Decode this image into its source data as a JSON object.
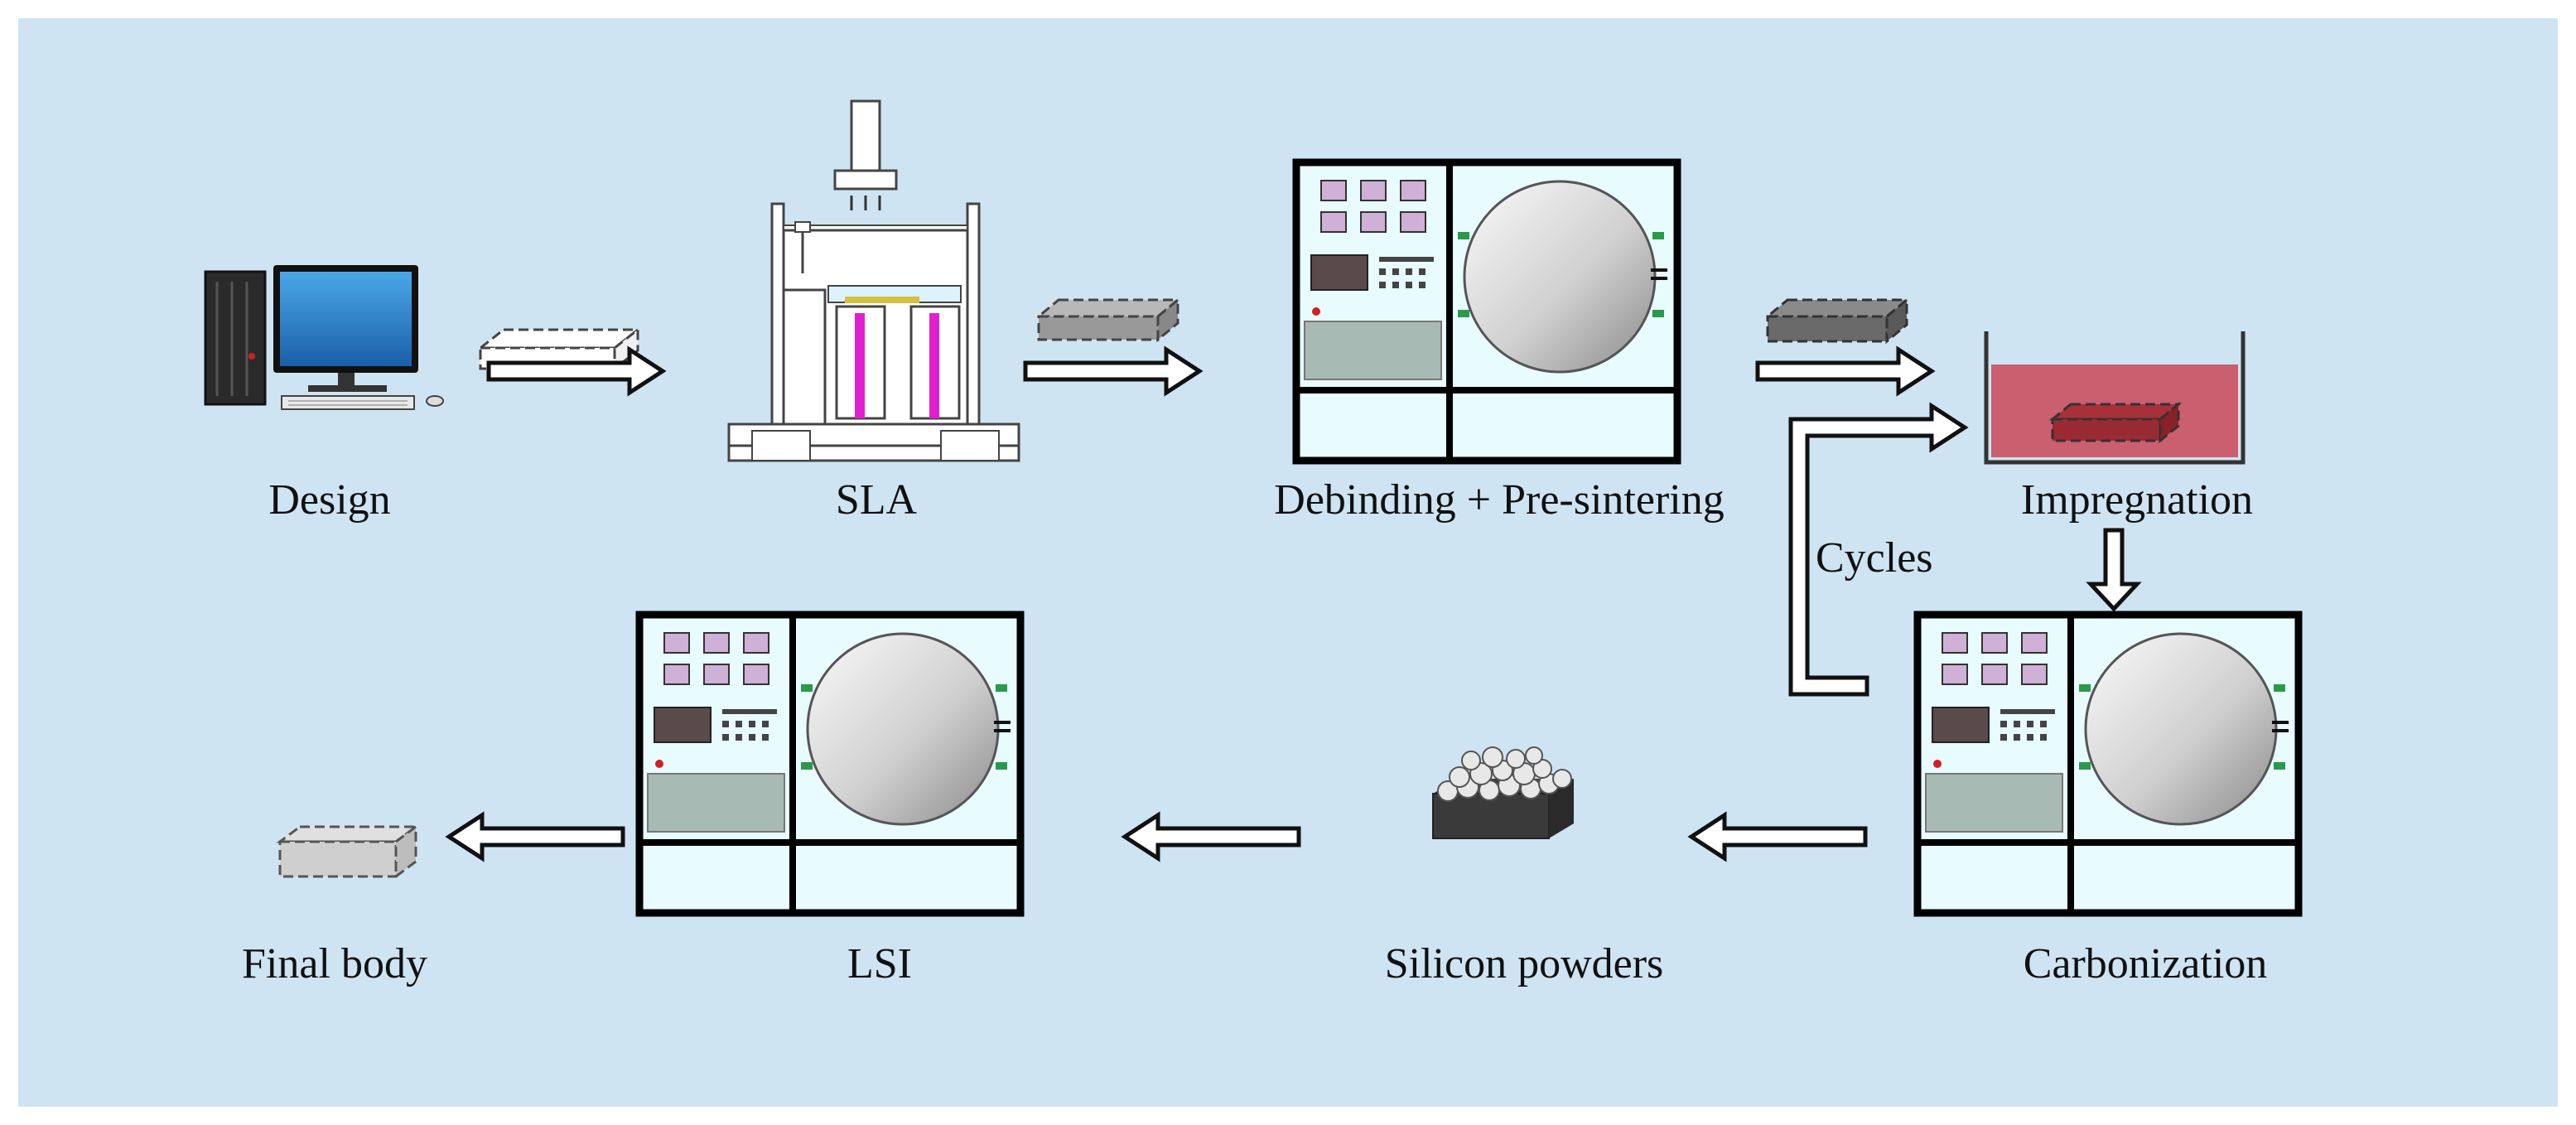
{
  "colors": {
    "background": "#cfe4f2",
    "outer_border": "#ffffff",
    "arrow_fill": "#ffffff",
    "arrow_stroke": "#111111",
    "furnace_panel": "#e8fbff",
    "liquid": "#c0404a",
    "resin_magenta": "#e020d0"
  },
  "steps": {
    "design": "Design",
    "sla": "SLA",
    "debinding": "Debinding + Pre-sintering",
    "impregnation": "Impregnation",
    "cycles": "Cycles",
    "carbonization": "Carbonization",
    "silicon": "Silicon powders",
    "lsi": "LSI",
    "final": "Final body"
  },
  "icons": {
    "computer": "desktop-computer-icon",
    "printer": "sla-printer-icon",
    "furnace": "vacuum-furnace-icon",
    "tank": "impregnation-tank-icon",
    "powder": "silicon-powder-icon",
    "part": "part-block-icon"
  }
}
